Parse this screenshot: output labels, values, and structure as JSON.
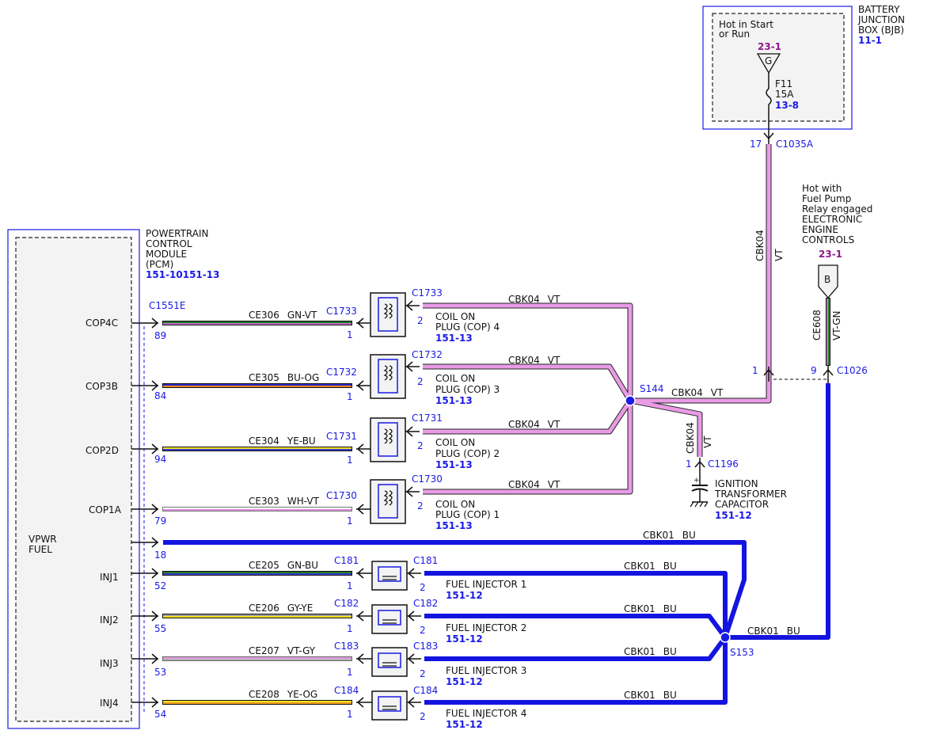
{
  "pcm": {
    "title_lines": [
      "POWERTRAIN",
      "CONTROL",
      "MODULE",
      "(PCM)"
    ],
    "ref": "151-10151-13",
    "connector": "C1551E",
    "vpwr_label_lines": [
      "VPWR",
      "FUEL"
    ],
    "vpwr_pin": "18",
    "pins": [
      {
        "signal": "COP4C",
        "pin": "89"
      },
      {
        "signal": "COP3B",
        "pin": "84"
      },
      {
        "signal": "COP2D",
        "pin": "94"
      },
      {
        "signal": "COP1A",
        "pin": "79"
      },
      {
        "signal": "INJ1",
        "pin": "52"
      },
      {
        "signal": "INJ2",
        "pin": "55"
      },
      {
        "signal": "INJ3",
        "pin": "53"
      },
      {
        "signal": "INJ4",
        "pin": "54"
      }
    ]
  },
  "cop_wires": [
    {
      "circuit": "CE306",
      "color": "GN-VT",
      "conn": "C1733",
      "pin": "1",
      "conn2": "C1733",
      "pin2": "2",
      "name_lines": [
        "COIL ON",
        "PLUG (COP) 4"
      ],
      "ref": "151-13",
      "out_circuit": "CBK04",
      "out_color": "VT"
    },
    {
      "circuit": "CE305",
      "color": "BU-OG",
      "conn": "C1732",
      "pin": "1",
      "conn2": "C1732",
      "pin2": "2",
      "name_lines": [
        "COIL ON",
        "PLUG (COP) 3"
      ],
      "ref": "151-13",
      "out_circuit": "CBK04",
      "out_color": "VT"
    },
    {
      "circuit": "CE304",
      "color": "YE-BU",
      "conn": "C1731",
      "pin": "1",
      "conn2": "C1731",
      "pin2": "2",
      "name_lines": [
        "COIL ON",
        "PLUG (COP) 2"
      ],
      "ref": "151-13",
      "out_circuit": "CBK04",
      "out_color": "VT"
    },
    {
      "circuit": "CE303",
      "color": "WH-VT",
      "conn": "C1730",
      "pin": "1",
      "conn2": "C1730",
      "pin2": "2",
      "name_lines": [
        "COIL ON",
        "PLUG (COP) 1"
      ],
      "ref": "151-13",
      "out_circuit": "CBK04",
      "out_color": "VT"
    }
  ],
  "inj_wires": [
    {
      "circuit": "CE205",
      "color": "GN-BU",
      "conn": "C181",
      "pin": "1",
      "conn2": "C181",
      "pin2": "2",
      "name": "FUEL INJECTOR 1",
      "ref": "151-12",
      "out_circuit": "CBK01",
      "out_color": "BU"
    },
    {
      "circuit": "CE206",
      "color": "GY-YE",
      "conn": "C182",
      "pin": "1",
      "conn2": "C182",
      "pin2": "2",
      "name": "FUEL INJECTOR 2",
      "ref": "151-12",
      "out_circuit": "CBK01",
      "out_color": "BU"
    },
    {
      "circuit": "CE207",
      "color": "VT-GY",
      "conn": "C183",
      "pin": "1",
      "conn2": "C183",
      "pin2": "2",
      "name": "FUEL INJECTOR 3",
      "ref": "151-12",
      "out_circuit": "CBK01",
      "out_color": "BU"
    },
    {
      "circuit": "CE208",
      "color": "YE-OG",
      "conn": "C184",
      "pin": "1",
      "conn2": "C184",
      "pin2": "2",
      "name": "FUEL INJECTOR 4",
      "ref": "151-12",
      "out_circuit": "CBK01",
      "out_color": "BU"
    }
  ],
  "vpwr_wire": {
    "circuit": "CBK01",
    "color": "BU"
  },
  "bjb": {
    "title_lines": [
      "BATTERY",
      "JUNCTION",
      "BOX (BJB)"
    ],
    "ref": "11-1",
    "hot_lines": [
      "Hot in Start",
      "or Run"
    ],
    "ground_ref": "23-1",
    "ground_letter": "G",
    "fuse_name": "F11",
    "fuse_rating": "15A",
    "fuse_ref": "13-8",
    "out_pin": "17",
    "out_conn": "C1035A"
  },
  "riser": {
    "circuit": "CBK04",
    "color": "VT",
    "pin": "1"
  },
  "eec": {
    "label_lines": [
      "Hot with",
      "Fuel Pump",
      "Relay engaged",
      "ELECTRONIC",
      "ENGINE",
      "CONTROLS"
    ],
    "ref": "23-1",
    "letter": "B",
    "circuit": "CE608",
    "color": "VT-GN",
    "pin": "9",
    "conn": "C1026"
  },
  "s144": {
    "name": "S144",
    "circuit": "CBK04",
    "color": "VT"
  },
  "capacitor": {
    "circuit": "CBK04",
    "color": "VT",
    "pin": "1",
    "conn": "C1196",
    "name_lines": [
      "IGNITION",
      "TRANSFORMER",
      "CAPACITOR"
    ],
    "ref": "151-12"
  },
  "s153": {
    "name": "S153",
    "circuit": "CBK01",
    "color": "BU"
  },
  "wire_colors": {
    "GN-VT": [
      "#1f7a1f",
      "#c66ad0"
    ],
    "BU-OG": [
      "#2727c8",
      "#f08a1a"
    ],
    "YE-BU": [
      "#f2e020",
      "#3a3ad0"
    ],
    "WH-VT": [
      "#ffffff",
      "#e08ae0"
    ],
    "GN-BU": [
      "#1f7a1f",
      "#3a3ad0"
    ],
    "GY-YE": [
      "#9a9a9a",
      "#f2e020"
    ],
    "VT-GY": [
      "#e09ae0",
      "#b0b0b0"
    ],
    "YE-OG": [
      "#f2e020",
      "#f0a020"
    ],
    "VT": "#e99be6",
    "BU": "#1414e0"
  }
}
